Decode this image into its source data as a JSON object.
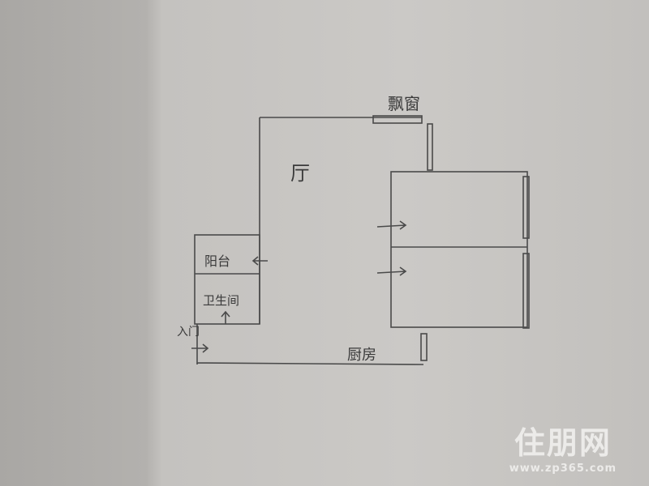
{
  "labels": {
    "bay_window": "飘窗",
    "hall": "厅",
    "balcony": "阳台",
    "bathroom": "卫生间",
    "entrance": "入门",
    "kitchen": "厨房"
  },
  "watermark": {
    "logo": "住朋网",
    "url": "www.zp365.com"
  },
  "colors": {
    "ink": "#3a3a3a",
    "paper": "#c8c6c3",
    "logo_accent": "#d8393a"
  }
}
